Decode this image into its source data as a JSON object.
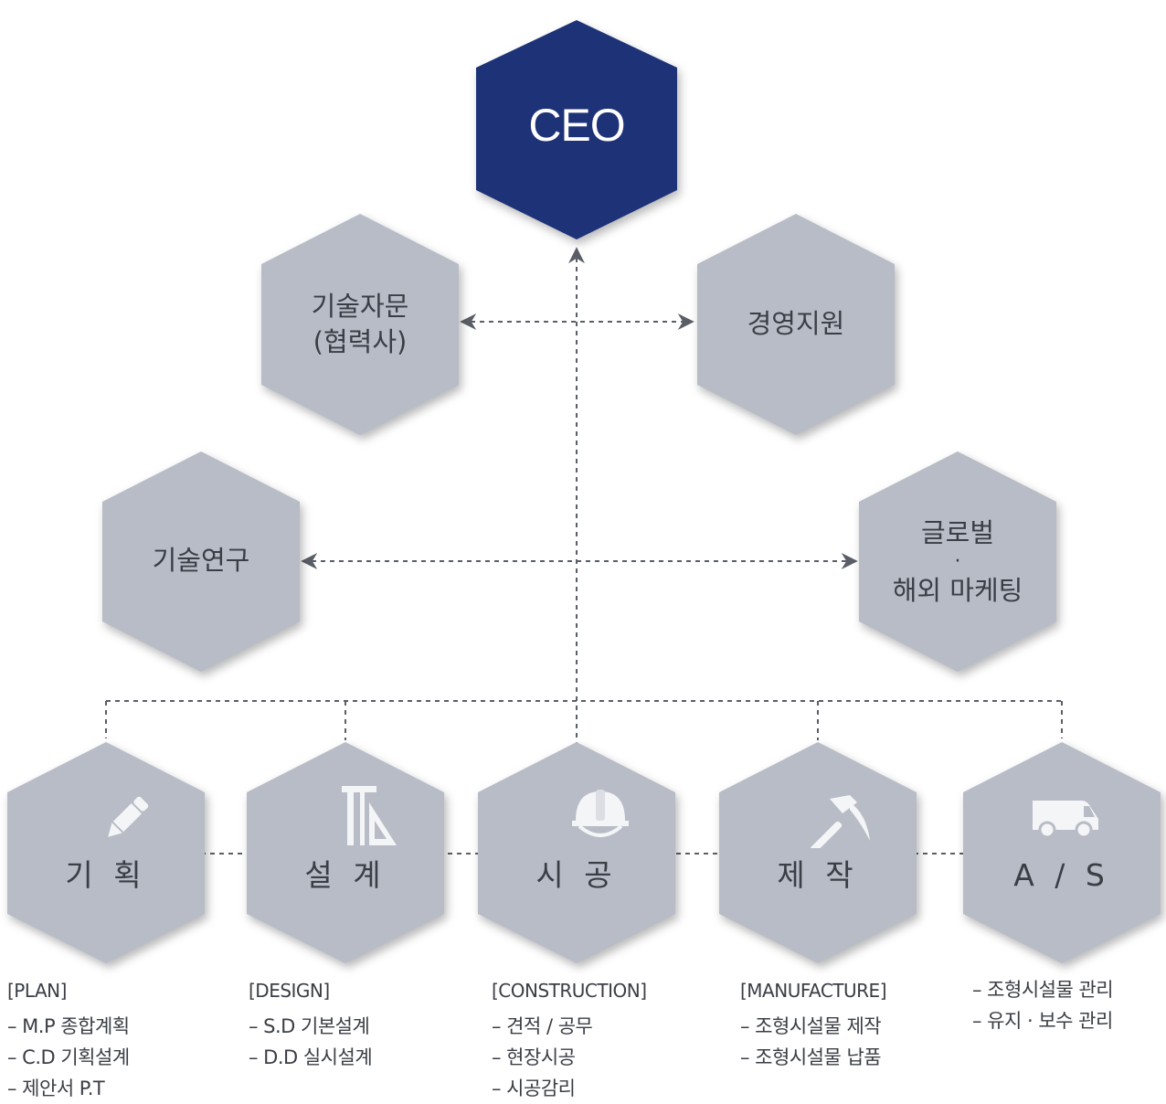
{
  "colors": {
    "ceo_fill": "#1e3278",
    "node_fill": "#b8bcc6",
    "connector": "#5a5e66",
    "text": "#3a3e45"
  },
  "nodes": {
    "ceo": {
      "label": "CEO"
    },
    "tech_advisory": {
      "line1": "기술자문",
      "line2": "(협력사)"
    },
    "management_support": {
      "label": "경영지원"
    },
    "tech_research": {
      "label": "기술연구"
    },
    "global_marketing": {
      "line1": "글로벌",
      "line2": "·",
      "line3": "해외 마케팅"
    }
  },
  "departments": [
    {
      "label": "기 획",
      "icon": "pencil-icon",
      "code": "[PLAN]",
      "items": [
        "– M.P 종합계획",
        "– C.D 기획설계",
        "– 제안서 P.T"
      ]
    },
    {
      "label": "설 계",
      "icon": "ruler-square-icon",
      "code": "[DESIGN]",
      "items": [
        "– S.D 기본설계",
        "– D.D 실시설계"
      ]
    },
    {
      "label": "시 공",
      "icon": "hard-hat-icon",
      "code": "[CONSTRUCTION]",
      "items": [
        "– 견적 / 공무",
        "– 현장시공",
        "– 시공감리"
      ]
    },
    {
      "label": "제 작",
      "icon": "hammer-icon",
      "code": "[MANUFACTURE]",
      "items": [
        "– 조형시설물 제작",
        "– 조형시설물 납품"
      ]
    },
    {
      "label": "A / S",
      "icon": "van-icon",
      "code": "",
      "items": [
        "– 조형시설물 관리",
        "– 유지 · 보수 관리"
      ]
    }
  ]
}
